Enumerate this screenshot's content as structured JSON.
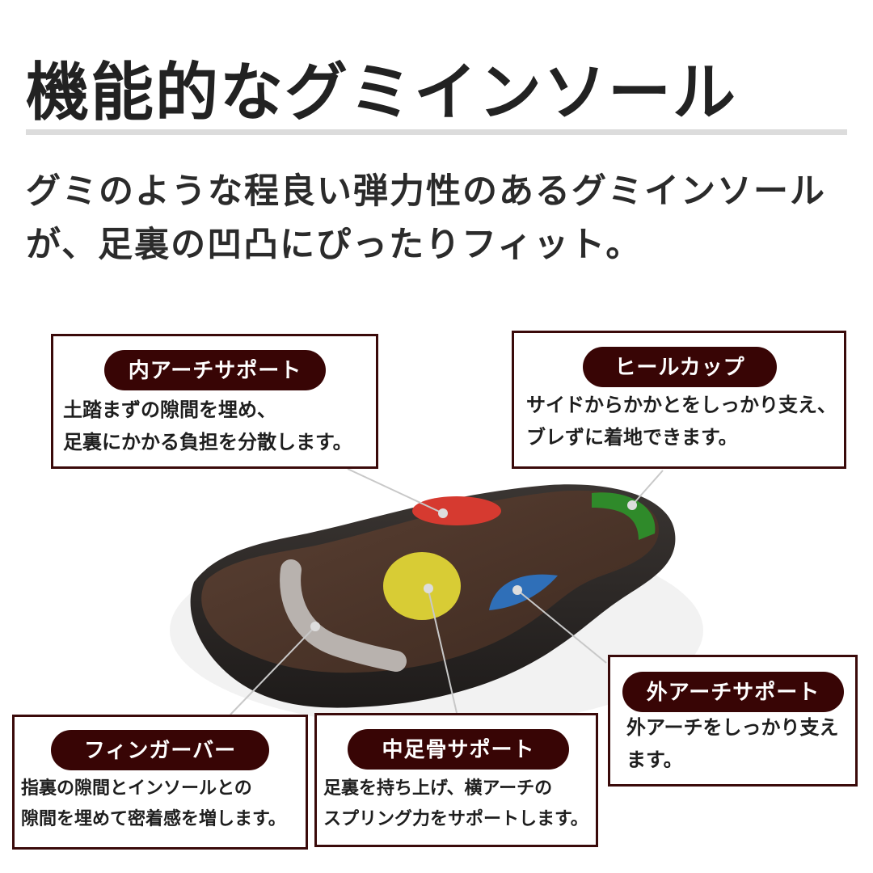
{
  "header": {
    "title": "機能的なグミインソール",
    "subtitle_lines": [
      "グミのような程良い弾力性のあるグミインソール",
      "が、足裏の凹凸にぴったりフィット。"
    ]
  },
  "callouts": [
    {
      "label": "内アーチサポート",
      "lines": [
        "土踏まずの隙間を埋め、",
        "足裏にかかる負担を分散します。"
      ],
      "marker_color": "#d63a30"
    },
    {
      "label": "ヒールカップ",
      "lines": [
        "サイドからかかとをしっかり支え、",
        "ブレずに着地できます。"
      ],
      "marker_color": "#2f8a2a"
    },
    {
      "label": "外アーチサポート",
      "lines": [
        "外アーチをしっかり支え",
        "ます。"
      ],
      "marker_color": "#2f6fb8"
    },
    {
      "label": "フィンガーバー",
      "lines": [
        "指裏の隙間とインソールとの",
        "隙間を埋めて密着感を増します。"
      ],
      "marker_color": "#b8b2ae"
    },
    {
      "label": "中足骨サポート",
      "lines": [
        "足裏を持ち上げ、横アーチの",
        "スプリング力をサポートします。"
      ],
      "marker_color": "#d8cc35"
    }
  ],
  "colors": {
    "accent": "#380505",
    "insole": "#4a3328",
    "sole": "#2a2624"
  }
}
